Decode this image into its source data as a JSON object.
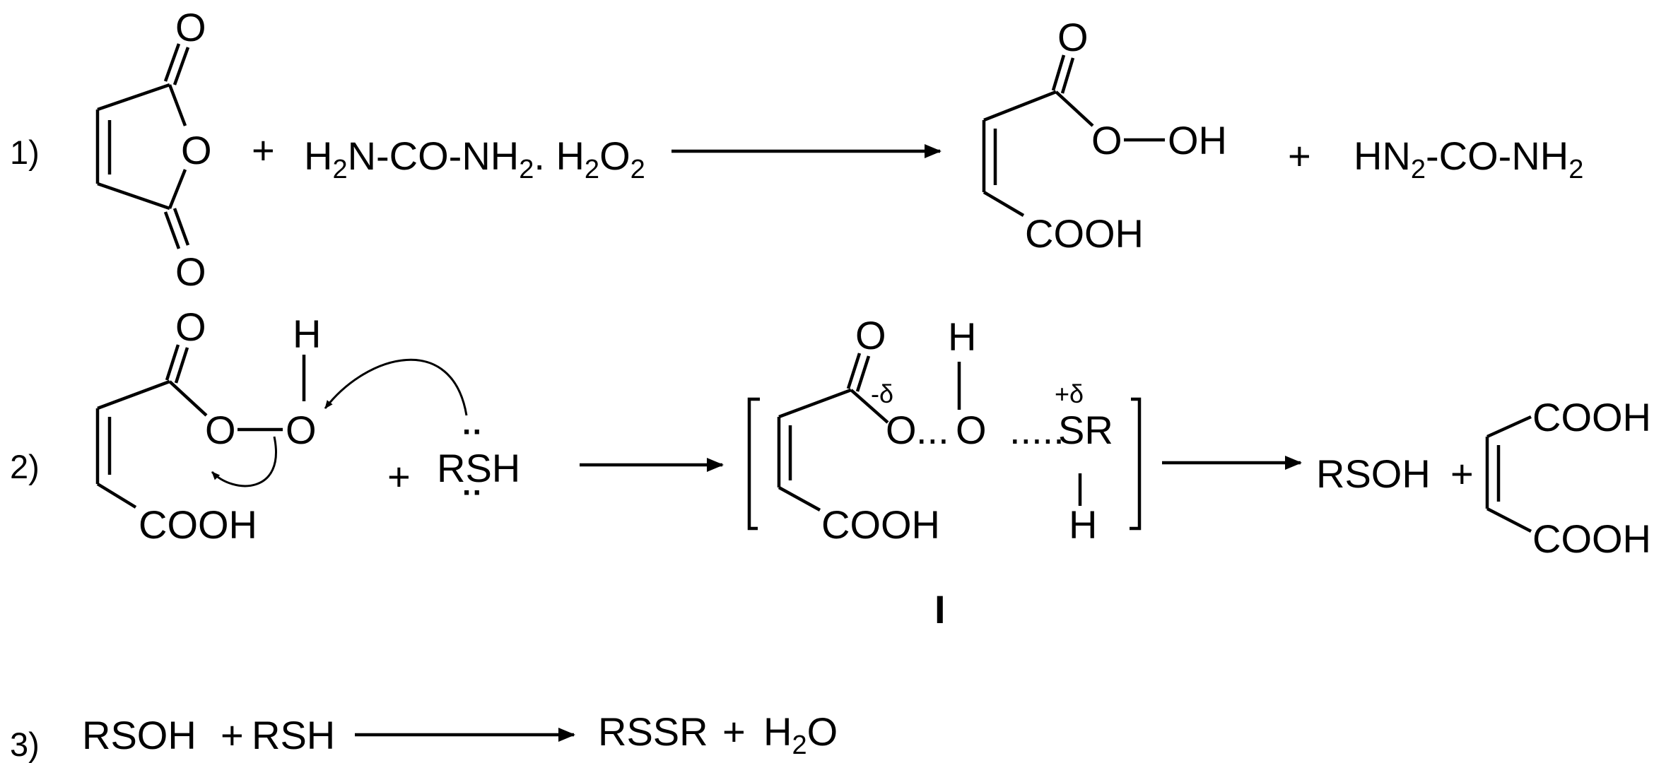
{
  "steps": [
    {
      "label": "1)"
    },
    {
      "label": "2)"
    },
    {
      "label": "3)"
    }
  ],
  "atoms": {
    "O": "O",
    "H": "H",
    "N": "N"
  },
  "groups": {
    "cooh": "COOH",
    "oh": "OH",
    "sr": "SR",
    "rsh": "RSH",
    "rsoh": "RSOH",
    "rssr": "RSSR",
    "h2o_h": "H",
    "h2o_o": "O"
  },
  "reagents": {
    "urea_peroxide": {
      "a": "H",
      "a_sub": "2",
      "b": "N-CO-NH",
      "b_sub": "2",
      "c": ". H",
      "c_sub": "2",
      "d": "O",
      "d_sub": "2"
    },
    "urea": {
      "a": "HN",
      "a_sub": "2",
      "b": "-CO-NH",
      "b_sub": "2"
    }
  },
  "charges": {
    "minus_delta": "-δ",
    "plus_delta": "+δ"
  },
  "symbols": {
    "plus": "+",
    "lone_pair": "··",
    "dots3": "...",
    "dots5": "....."
  },
  "intermediate_label": "I"
}
